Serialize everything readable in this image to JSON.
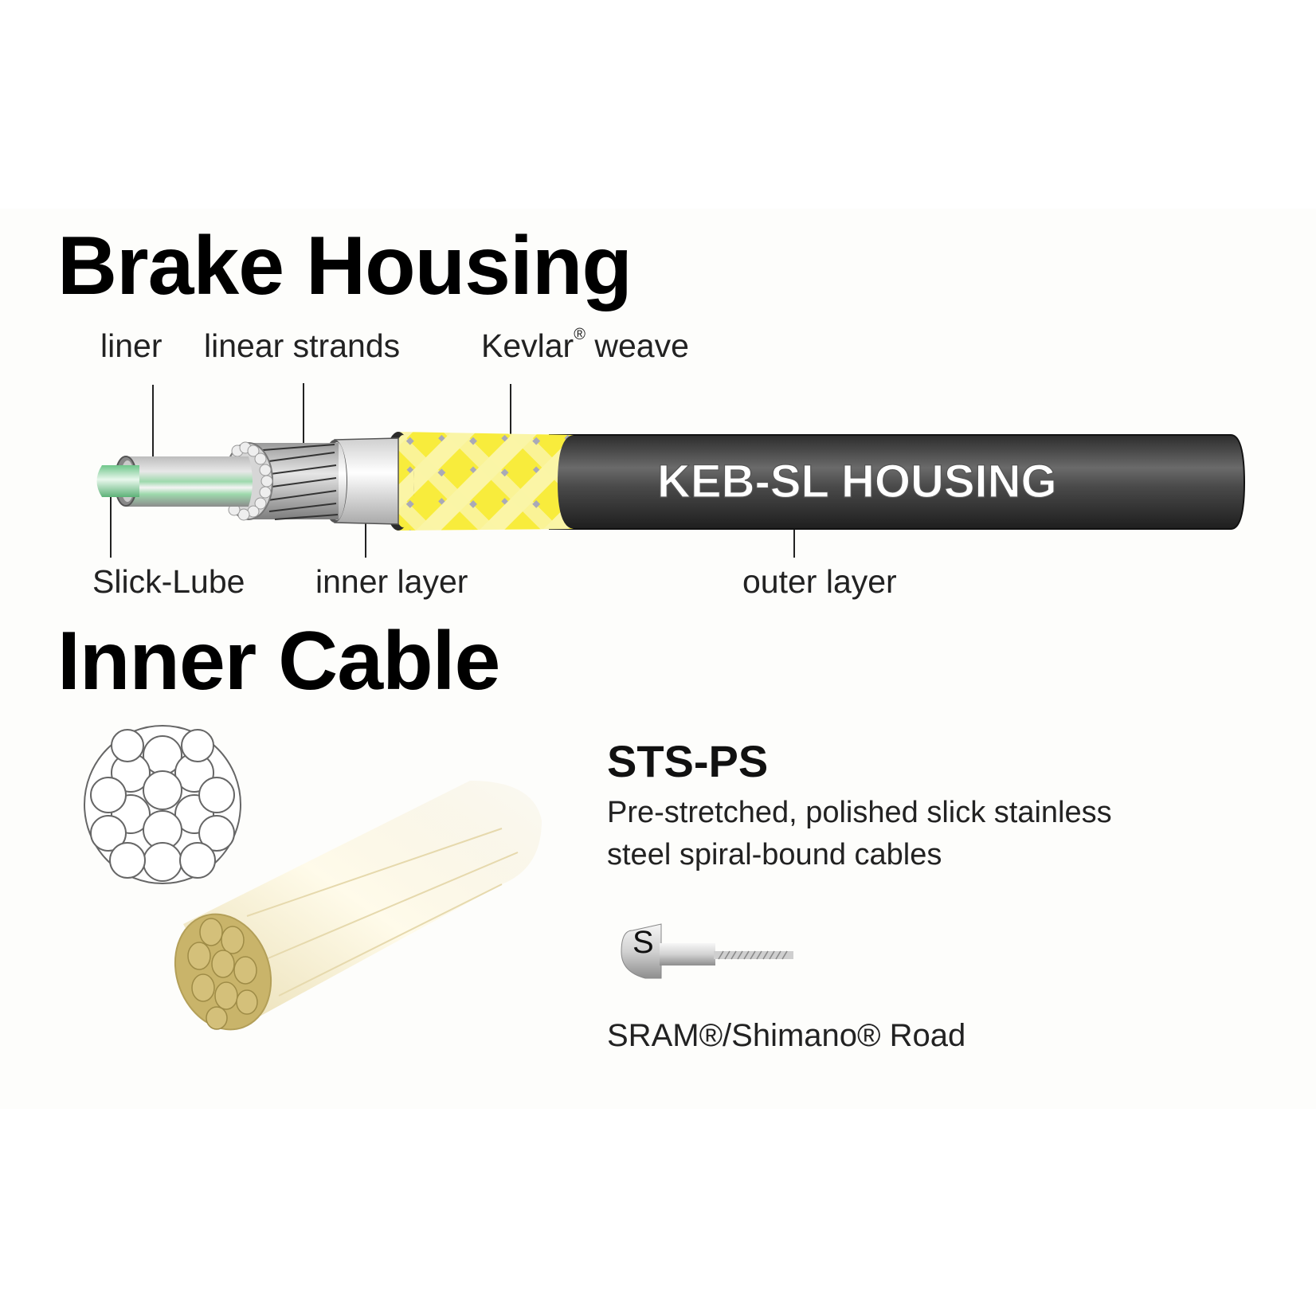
{
  "brake_housing": {
    "title": "Brake Housing",
    "top_labels": {
      "liner": "liner",
      "linear_strands": "linear strands",
      "kevlar": "Kevlar",
      "kevlar_reg": "®",
      "kevlar_suffix": " weave"
    },
    "bottom_labels": {
      "slick_lube": "Slick-Lube",
      "inner_layer": "inner layer",
      "outer_layer": "outer layer"
    },
    "housing_print": "KEB-SL HOUSING",
    "colors": {
      "slick_lube": "#8fd6a6",
      "liner": "#d9d9d9",
      "strands": "#bfbfbf",
      "inner_layer": "#f2f2f2",
      "kevlar_yellow": "#f7e93a",
      "kevlar_light": "#fbf6a8",
      "outer_layer": "#3b3b3b"
    }
  },
  "inner_cable": {
    "title": "Inner Cable",
    "product_name": "STS-PS",
    "description_line1": "Pre-stretched, polished slick stainless",
    "description_line2": "steel spiral-bound cables",
    "end_type_glyph": "S",
    "compatibility": "SRAM®/Shimano® Road",
    "colors": {
      "cable_body": "#f5efd8",
      "cable_end": "#c9b46a"
    }
  }
}
